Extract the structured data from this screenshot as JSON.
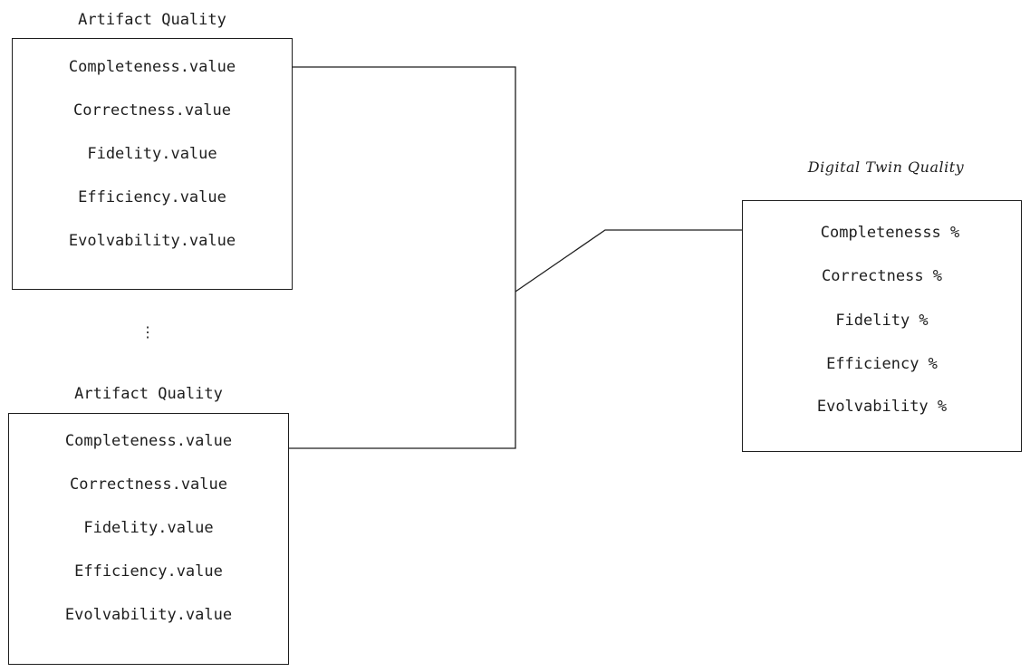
{
  "artifact_boxes": [
    {
      "title": "Artifact Quality",
      "rows": [
        "Completeness.value",
        "Correctness.value",
        "Fidelity.value",
        "Efficiency.value",
        "Evolvability.value"
      ]
    },
    {
      "title": "Artifact Quality",
      "rows": [
        "Completeness.value",
        "Correctness.value",
        "Fidelity.value",
        "Efficiency.value",
        "Evolvability.value"
      ]
    }
  ],
  "ellipsis": "⋮",
  "twin_box": {
    "title": "Digital Twin Quality",
    "rows": [
      "Completenesss %",
      "Correctness %",
      "Fidelity %",
      "Efficiency %",
      "Evolvability %"
    ]
  },
  "colors": {
    "stroke": "#1e1e1e",
    "background": "#ffffff"
  }
}
